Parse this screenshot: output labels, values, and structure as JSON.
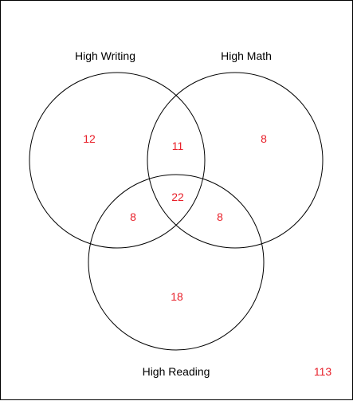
{
  "diagram": {
    "type": "venn-3",
    "count_color": "#e8202a",
    "sets": [
      {
        "id": "writing",
        "label": "High Writing"
      },
      {
        "id": "math",
        "label": "High Math"
      },
      {
        "id": "reading",
        "label": "High Reading"
      }
    ],
    "regions": {
      "writing_only": "12",
      "math_only": "8",
      "writing_math_only": "11",
      "all_three": "22",
      "writing_reading_only": "8",
      "math_reading_only": "8",
      "reading_only": "18",
      "none": "113"
    }
  }
}
